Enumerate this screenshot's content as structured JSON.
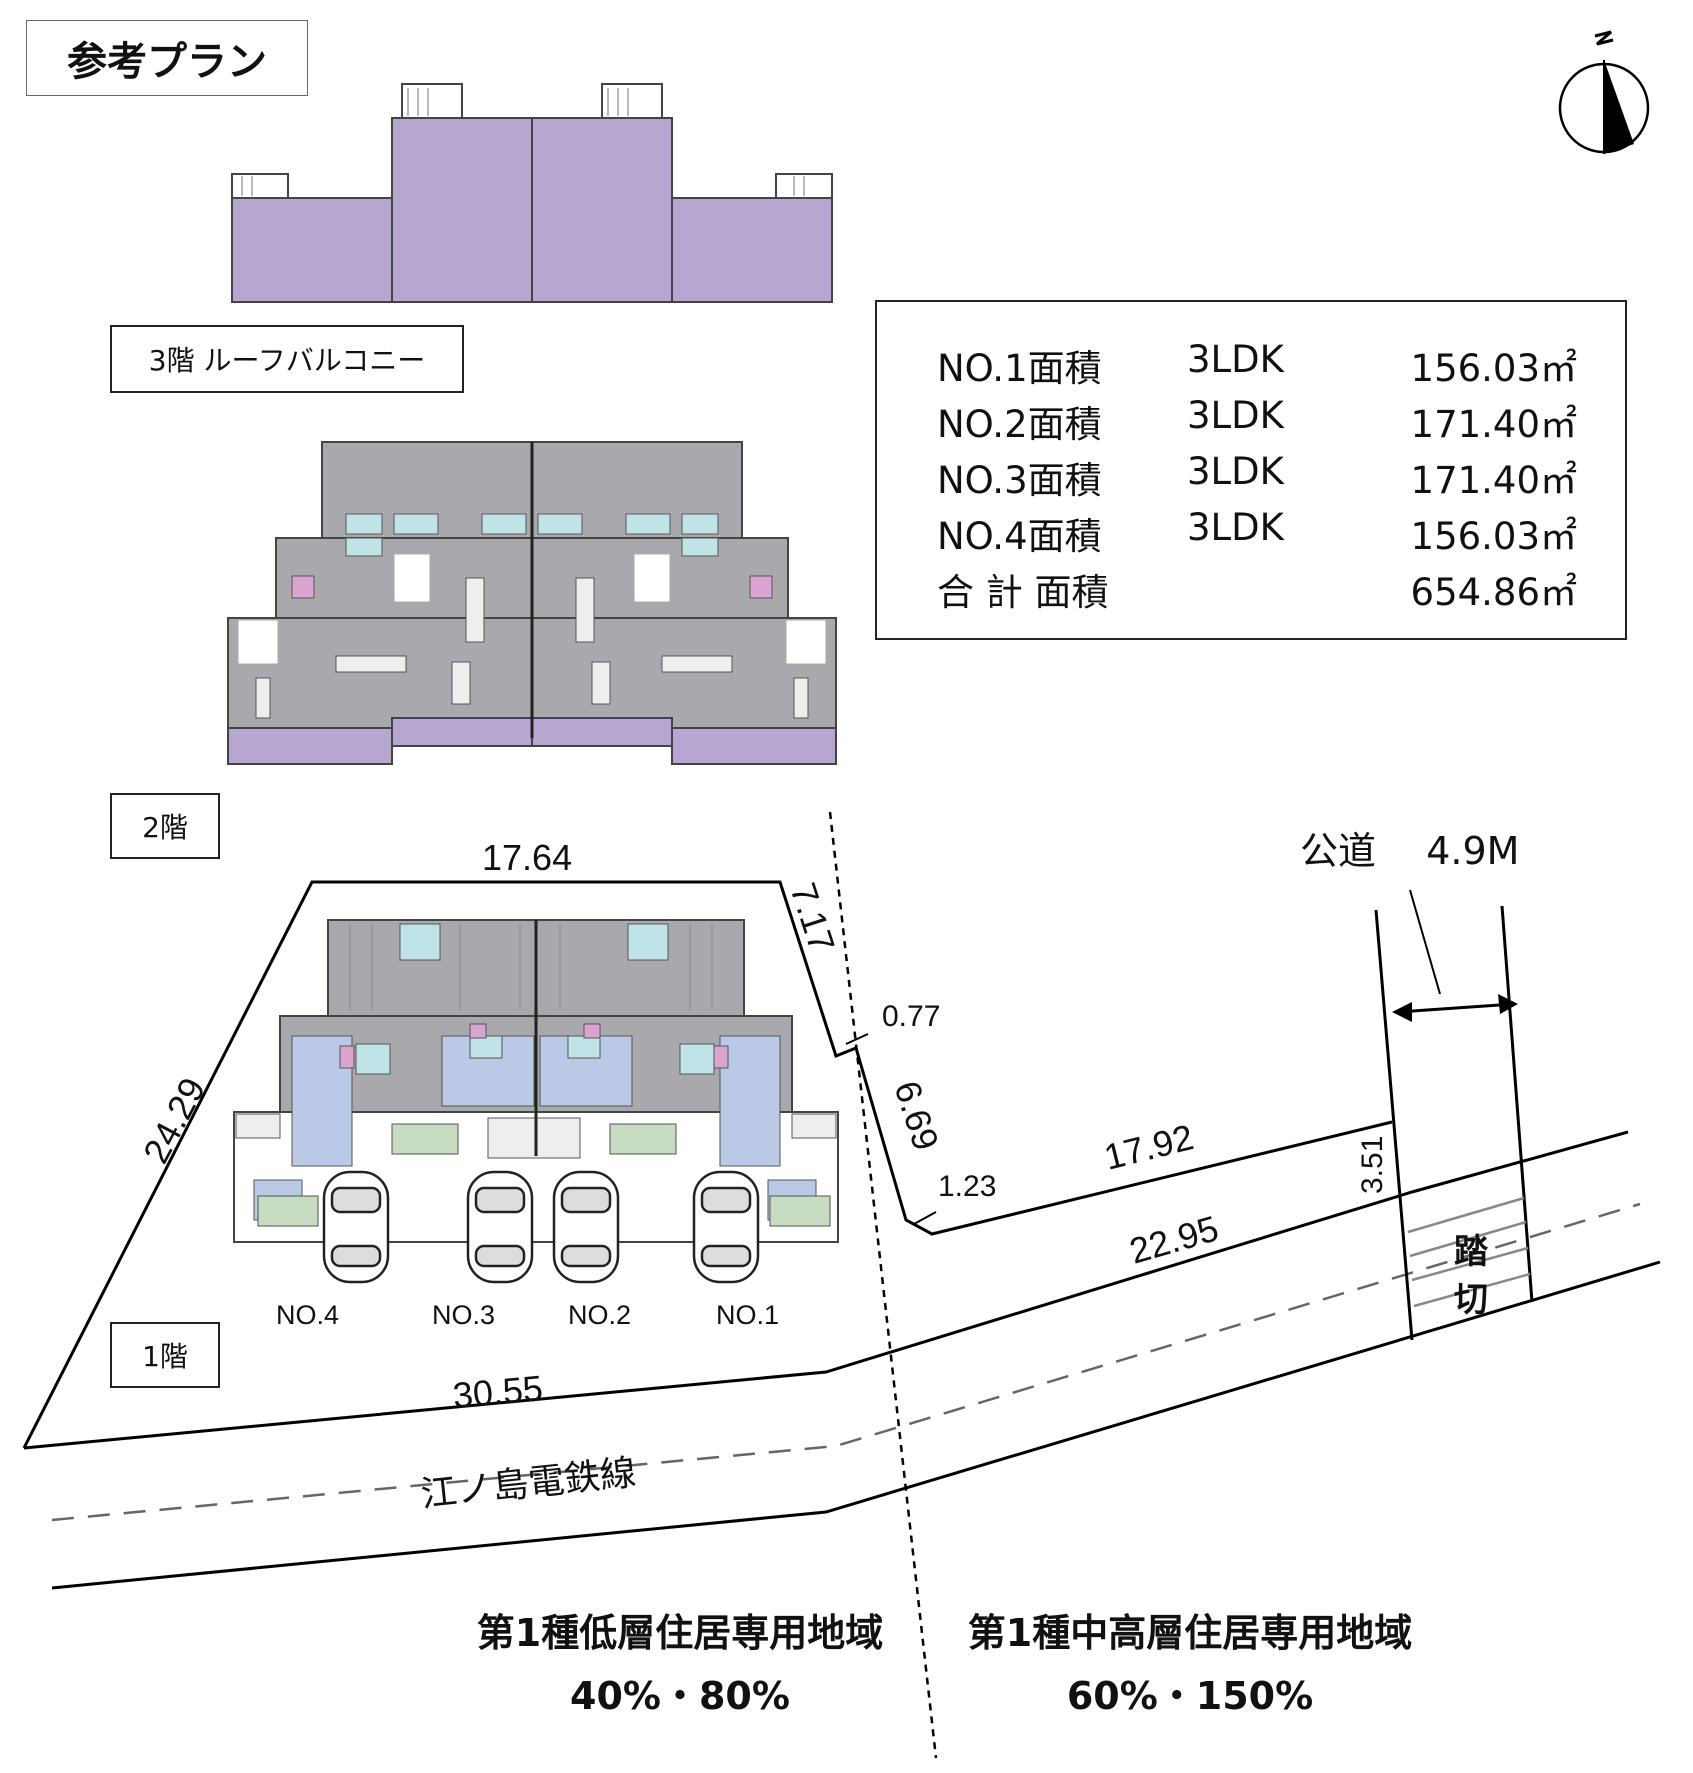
{
  "title": "参考プラン",
  "floor_labels": {
    "roof": "3階 ルーフバルコニー",
    "second": "2階",
    "first": "1階"
  },
  "area_table": [
    {
      "label": "NO.1面積",
      "type": "3LDK",
      "value": "156.03㎡"
    },
    {
      "label": "NO.2面積",
      "type": "3LDK",
      "value": "171.40㎡"
    },
    {
      "label": "NO.3面積",
      "type": "3LDK",
      "value": "171.40㎡"
    },
    {
      "label": "NO.4面積",
      "type": "3LDK",
      "value": "156.03㎡"
    },
    {
      "label": "合 計 面積",
      "type": "",
      "value": "654.86㎡"
    }
  ],
  "dimensions": {
    "top": "17.64",
    "upper_right_diag": "7.17",
    "small_offset": "0.77",
    "right_diag": "6.69",
    "corner": "1.23",
    "mid_edge": "17.92",
    "road_side": "3.51",
    "lower_edge": "22.95",
    "left_edge": "24.29",
    "bottom_edge": "30.55"
  },
  "road": {
    "label": "公道",
    "width": "4.9M"
  },
  "crossing": {
    "char1": "踏",
    "char2": "切"
  },
  "railway": "江ノ島電鉄線",
  "units": [
    "NO.4",
    "NO.3",
    "NO.2",
    "NO.1"
  ],
  "zones": [
    {
      "name": "第1種低層住居専用地域",
      "ratio": "40%・80%"
    },
    {
      "name": "第1種中高層住居専用地域",
      "ratio": "60%・150%"
    }
  ],
  "north_arrow_icon": "north-arrow-icon",
  "colors": {
    "balcony": "#b7a6cf",
    "floor_grey": "#a9a9ad",
    "wet_cyan": "#bfe3e6",
    "wc_pink": "#d9a4cf",
    "entry_green": "#c7dcc0",
    "hall_blue": "#b9c9e6"
  }
}
